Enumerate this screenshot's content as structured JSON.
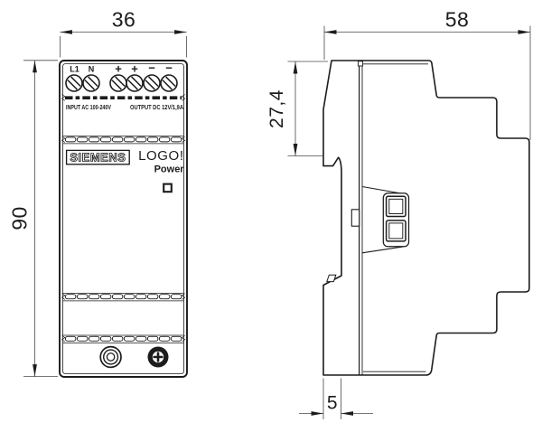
{
  "drawing": {
    "product": {
      "brand": "SIEMENS",
      "name": "LOGO!",
      "name_sub": "Power",
      "input_label": "INPUT AC 100-240V",
      "output_label": "OUTPUT DC 12V/1,9A",
      "terminal_labels": [
        "L1",
        "N",
        "+",
        "+",
        "−",
        "−"
      ]
    },
    "dimensions_mm": {
      "front_width": "36",
      "front_height": "90",
      "side_depth": "58",
      "upper_front_depth": "27,4",
      "flange_depth": "5"
    },
    "colors": {
      "background": "#ffffff",
      "outline": "#1c1c1c",
      "dimension_lines": "#4a4a4a"
    }
  }
}
